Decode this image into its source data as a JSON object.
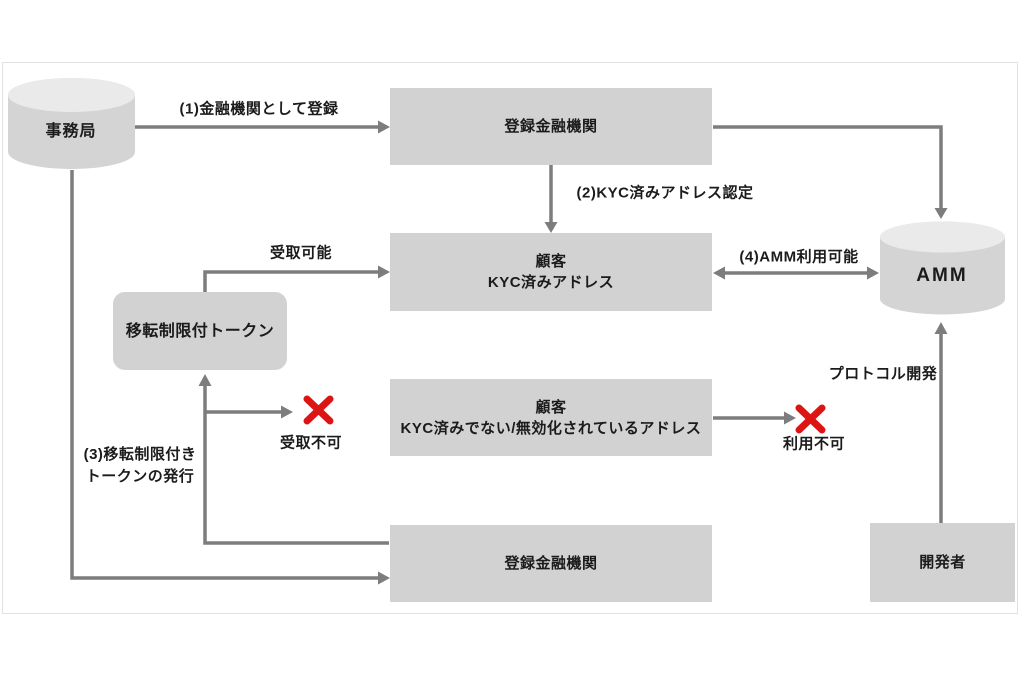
{
  "diagram": {
    "kind": "flowchart",
    "language": "ja",
    "colors": {
      "background": "#ffffff",
      "frame_border": "#e2e2e2",
      "box_fill": "#d2d2d2",
      "cylinder_fill": "#d4d4d4",
      "cylinder_top_fill": "#eaeaea",
      "arrow": "#7d7d7d",
      "text": "#1b1b1b",
      "cross": "#dd1414"
    },
    "nodes": {
      "secretariat": {
        "label": "事務局",
        "shape": "cylinder"
      },
      "registered_fi_top": {
        "label": "登録金融機関",
        "shape": "rect"
      },
      "kyc_customer": {
        "line1": "顧客",
        "line2": "KYC済みアドレス",
        "shape": "rect"
      },
      "non_kyc_customer": {
        "line1": "顧客",
        "line2": "KYC済みでない/無効化されているアドレス",
        "shape": "rect"
      },
      "restricted_token": {
        "label": "移転制限付トークン",
        "shape": "rounded-rect"
      },
      "amm": {
        "label": "AMM",
        "shape": "cylinder"
      },
      "registered_fi_bottom": {
        "label": "登録金融機関",
        "shape": "rect"
      },
      "developer": {
        "label": "開発者",
        "shape": "rect"
      }
    },
    "edge_labels": {
      "step1": "(1)金融機関として登録",
      "step2": "(2)KYC済みアドレス認定",
      "step3_line1": "(3)移転制限付き",
      "step3_line2": "トークンの発行",
      "step4": "(4)AMM利用可能",
      "receivable": "受取可能",
      "not_receivable": "受取不可",
      "not_usable": "利用不可",
      "protocol_dev": "プロトコル開発"
    }
  }
}
